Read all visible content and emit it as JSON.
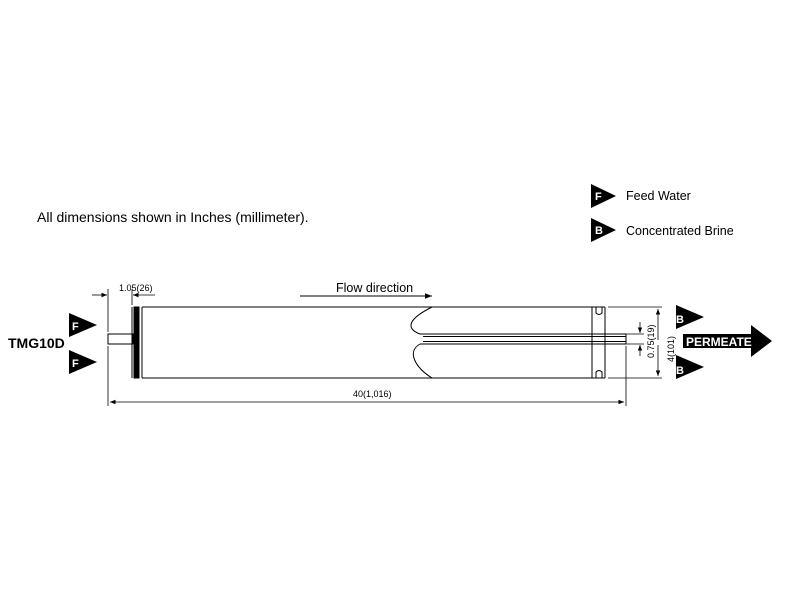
{
  "note": "All dimensions shown in Inches (millimeter).",
  "model": "TMG10D",
  "legend": {
    "feed_marker": "F",
    "feed_label": "Feed Water",
    "brine_marker": "B",
    "brine_label": "Concentrated Brine"
  },
  "flow_direction_label": "Flow direction",
  "permeate_label": "PERMEATE",
  "dimensions": {
    "end_cap": "1.05(26)",
    "length": "40(1,016)",
    "permeate_tube": "0.75(19)",
    "diameter": "4(101)"
  },
  "colors": {
    "ink": "#000000",
    "background": "#ffffff"
  }
}
